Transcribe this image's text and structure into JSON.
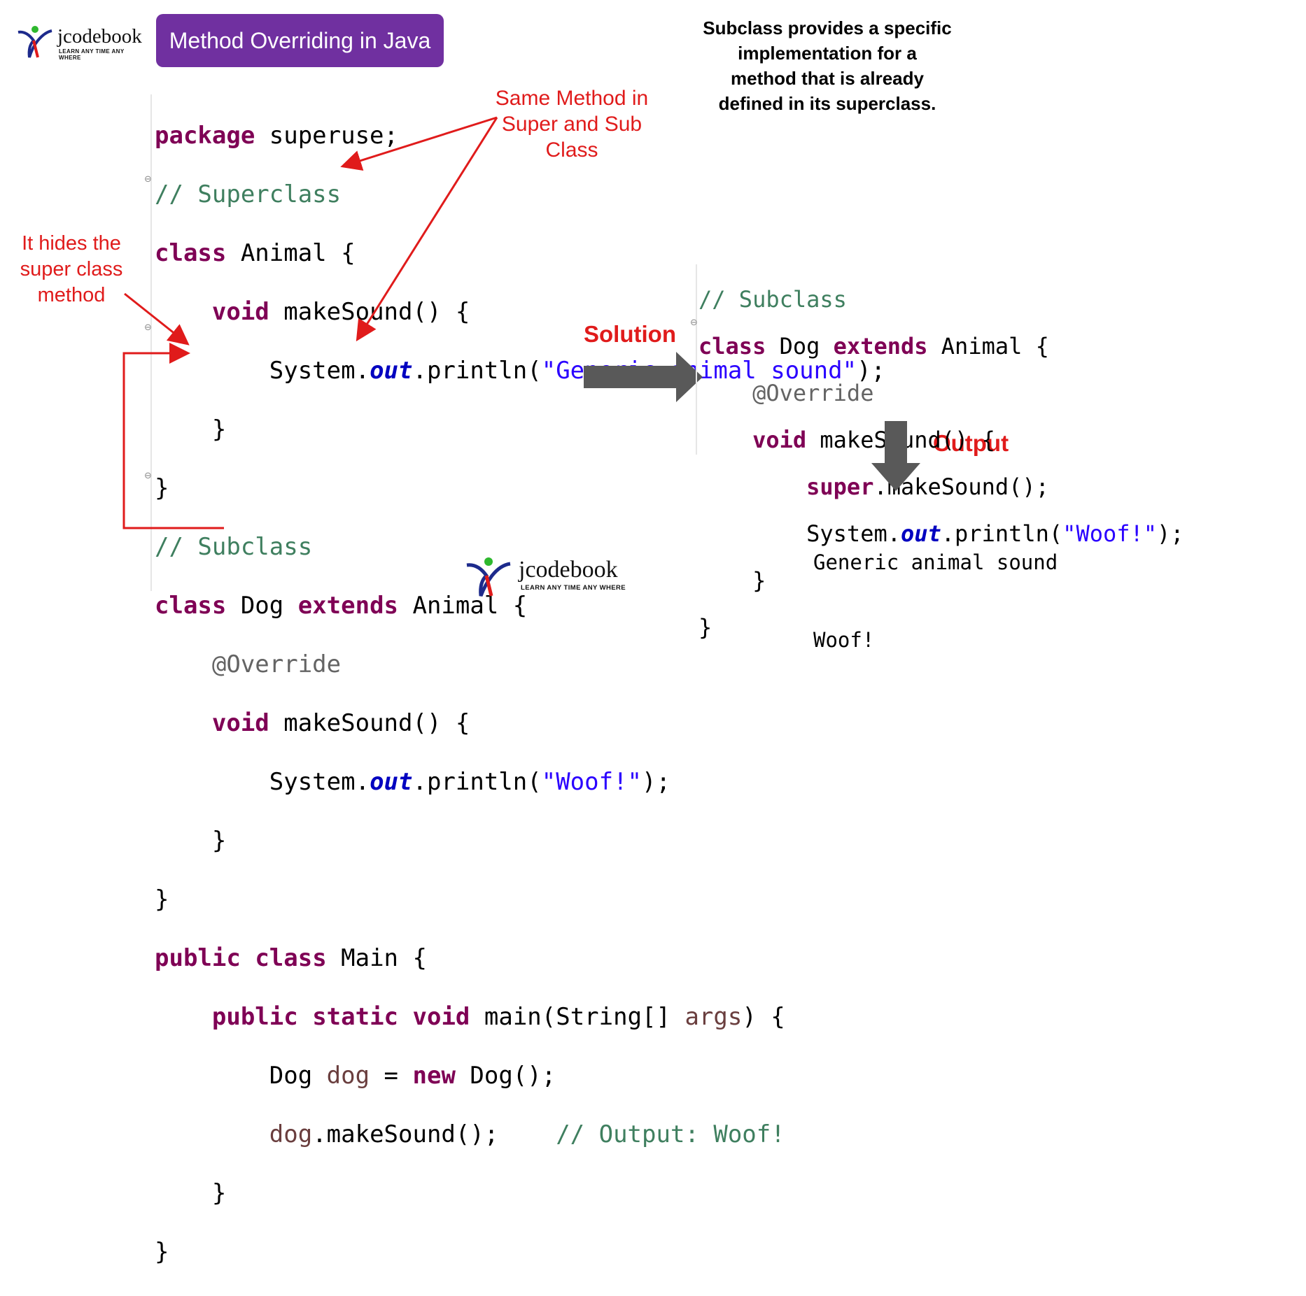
{
  "logo": {
    "name": "jcodebook",
    "tagline": "LEARN ANY TIME ANY WHERE"
  },
  "title_banner": {
    "text": "Method Overriding in Java",
    "color": "#7030a0"
  },
  "definition": {
    "lines": [
      "Subclass provides a specific",
      "implementation for a",
      "method that is already",
      "defined in its superclass."
    ]
  },
  "notes": {
    "same_method": [
      "Same Method in",
      "Super and Sub",
      "Class"
    ],
    "hides": [
      "It hides the",
      "super class",
      "method"
    ],
    "solution": "Solution",
    "output": "Output",
    "accent_color": "#e01b1b"
  },
  "left_code": {
    "l1": {
      "kw": "package",
      "rest": " superuse;"
    },
    "l2": "// Superclass",
    "l3": {
      "kw": "class",
      "rest": " Animal {"
    },
    "l4": {
      "indent": "    ",
      "kw": "void",
      "rest": " makeSound() {"
    },
    "l5": {
      "indent": "        ",
      "obj": "System.",
      "fld": "out",
      "call": ".println(",
      "str": "\"Generic animal sound\"",
      "end": ");"
    },
    "l6": "    }",
    "l7": "}",
    "l8": "// Subclass",
    "l9": {
      "kw": "class",
      "mid": " Dog ",
      "kw2": "extends",
      "rest": " Animal {"
    },
    "l10": {
      "indent": "    ",
      "ann": "@Override"
    },
    "l11": {
      "indent": "    ",
      "kw": "void",
      "rest": " makeSound() {"
    },
    "l12": {
      "indent": "        ",
      "obj": "System.",
      "fld": "out",
      "call": ".println(",
      "str": "\"Woof!\"",
      "end": ");"
    },
    "l13": "    }",
    "l14": "}",
    "l15": {
      "kw": "public",
      "kw2": "class",
      "rest": " Main {"
    },
    "l16": {
      "indent": "    ",
      "kw": "public",
      "kw2": "static",
      "kw3": "void",
      "rest": " main(String[] ",
      "var": "args",
      "end": ") {"
    },
    "l17": {
      "indent": "        ",
      "type": "Dog ",
      "var": "dog",
      "mid": " = ",
      "kw": "new",
      "rest": " Dog();"
    },
    "l18": {
      "indent": "        ",
      "var": "dog",
      "rest": ".makeSound();",
      "gap": "    ",
      "comment": "// Output: Woof!"
    },
    "l19": "    }",
    "l20": "}"
  },
  "right_code": {
    "r1": "// Subclass",
    "r2": {
      "kw": "class",
      "mid": " Dog ",
      "kw2": "extends",
      "rest": " Animal {"
    },
    "r3": {
      "indent": "    ",
      "ann": "@Override"
    },
    "r4": {
      "indent": "    ",
      "kw": "void",
      "rest": " makeSound() {"
    },
    "r5": {
      "indent": "        ",
      "kw": "super",
      "rest": ".makeSound();"
    },
    "r6": {
      "indent": "        ",
      "obj": "System.",
      "fld": "out",
      "call": ".println(",
      "str": "\"Woof!\"",
      "end": ");"
    },
    "r7": "    }",
    "r8": "}"
  },
  "output_text": [
    "Generic animal sound",
    "Woof!"
  ],
  "arrow_color": "#595959"
}
